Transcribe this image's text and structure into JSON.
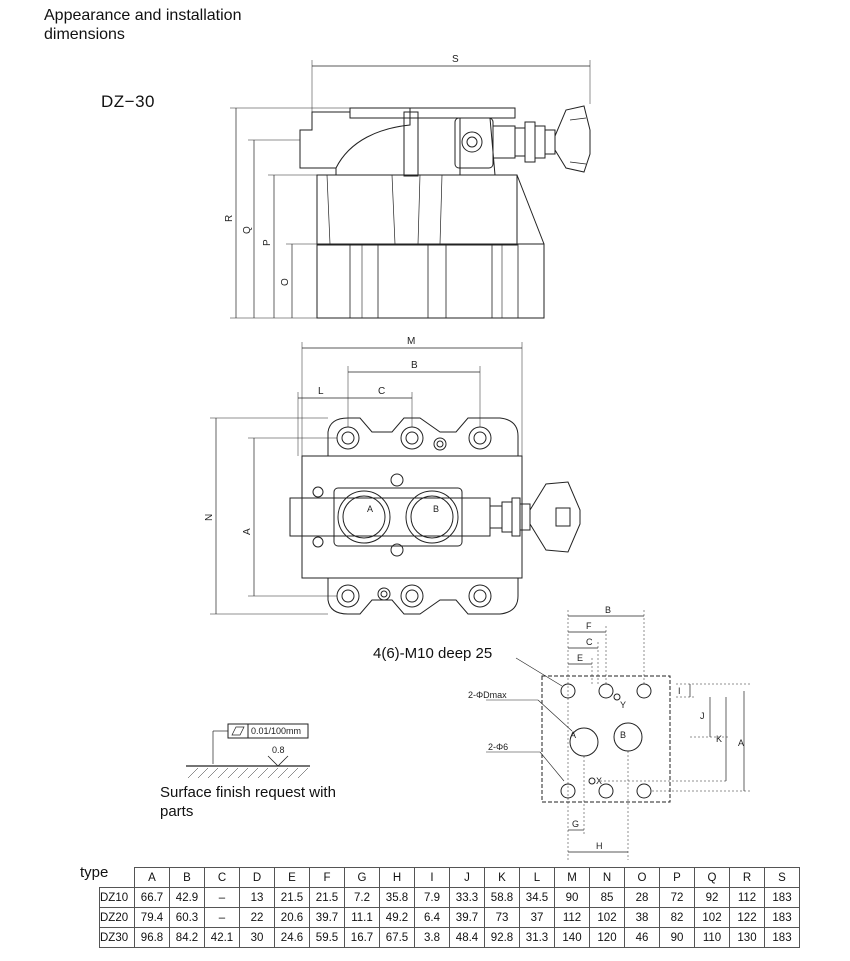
{
  "heading": "Appearance and installation dimensions",
  "model": "DZ−30",
  "thread_note": "4(6)-M10 deep 25",
  "finish_note": "Surface finish request with parts",
  "flatness_value": "0.01/100mm",
  "roughness_value": "0.8",
  "side_view_dims": [
    "S",
    "R",
    "Q",
    "P",
    "O"
  ],
  "top_view_dims": [
    "M",
    "B",
    "L",
    "C",
    "N",
    "A"
  ],
  "port_labels": [
    "A",
    "B"
  ],
  "mounting_labels": {
    "dmax": "2-ΦDmax",
    "phi6": "2-Φ6",
    "x": "X",
    "y": "Y",
    "dims": [
      "B",
      "F",
      "C",
      "E",
      "I",
      "J",
      "K",
      "A",
      "G",
      "H"
    ]
  },
  "table": {
    "type_label": "type",
    "columns": [
      "A",
      "B",
      "C",
      "D",
      "E",
      "F",
      "G",
      "H",
      "I",
      "J",
      "K",
      "L",
      "M",
      "N",
      "O",
      "P",
      "Q",
      "R",
      "S"
    ],
    "rows": [
      {
        "type": "DZ10",
        "values": [
          "66.7",
          "42.9",
          "–",
          "13",
          "21.5",
          "21.5",
          "7.2",
          "35.8",
          "7.9",
          "33.3",
          "58.8",
          "34.5",
          "90",
          "85",
          "28",
          "72",
          "92",
          "112",
          "183"
        ]
      },
      {
        "type": "DZ20",
        "values": [
          "79.4",
          "60.3",
          "–",
          "22",
          "20.6",
          "39.7",
          "11.1",
          "49.2",
          "6.4",
          "39.7",
          "73",
          "37",
          "112",
          "102",
          "38",
          "82",
          "102",
          "122",
          "183"
        ]
      },
      {
        "type": "DZ30",
        "values": [
          "96.8",
          "84.2",
          "42.1",
          "30",
          "24.6",
          "59.5",
          "16.7",
          "67.5",
          "3.8",
          "48.4",
          "92.8",
          "31.3",
          "140",
          "120",
          "46",
          "90",
          "110",
          "130",
          "183"
        ]
      }
    ]
  }
}
